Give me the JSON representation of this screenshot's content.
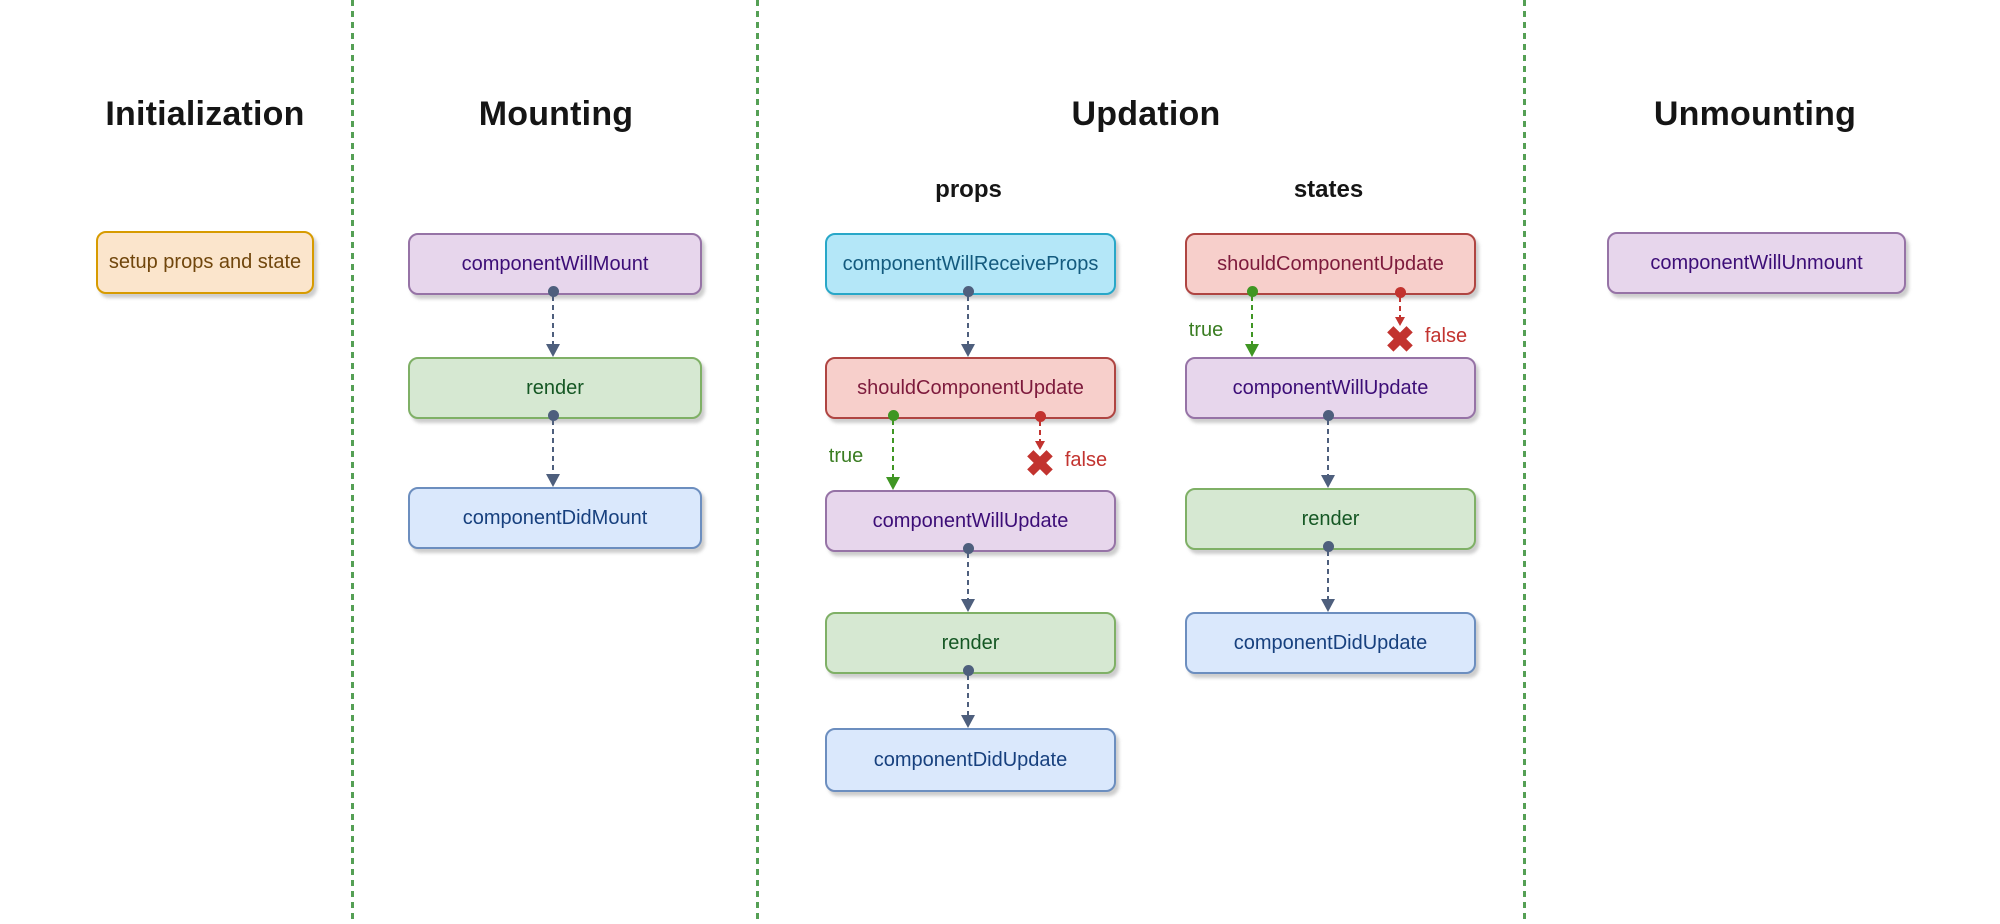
{
  "sections": {
    "initialization": {
      "title": "Initialization",
      "nodes": [
        {
          "label": "setup props and state"
        }
      ]
    },
    "mounting": {
      "title": "Mounting",
      "nodes": [
        {
          "label": "componentWillMount"
        },
        {
          "label": "render"
        },
        {
          "label": "componentDidMount"
        }
      ]
    },
    "updation": {
      "title": "Updation",
      "props_column": {
        "title": "props",
        "nodes": [
          {
            "label": "componentWillReceiveProps"
          },
          {
            "label": "shouldComponentUpdate"
          },
          {
            "label": "componentWillUpdate"
          },
          {
            "label": "render"
          },
          {
            "label": "componentDidUpdate"
          }
        ]
      },
      "states_column": {
        "title": "states",
        "nodes": [
          {
            "label": "shouldComponentUpdate"
          },
          {
            "label": "componentWillUpdate"
          },
          {
            "label": "render"
          },
          {
            "label": "componentDidUpdate"
          }
        ]
      }
    },
    "unmounting": {
      "title": "Unmounting",
      "nodes": [
        {
          "label": "componentWillUnmount"
        }
      ]
    }
  },
  "branch_labels": {
    "true": "true",
    "false": "false"
  },
  "symbols": {
    "false_cross": "✖"
  },
  "colors": {
    "palette": {
      "orange": {
        "bg": "#FBE5CC",
        "border": "#D79B00",
        "text": "#70460C"
      },
      "purple": {
        "bg": "#E7D6EC",
        "border": "#9673A6",
        "text": "#3C0D77"
      },
      "green": {
        "bg": "#D6E8D2",
        "border": "#7FB066",
        "text": "#155724"
      },
      "blue": {
        "bg": "#DAE8FC",
        "border": "#6C8EBF",
        "text": "#17407E"
      },
      "cyan": {
        "bg": "#B4E7F8",
        "border": "#28A7C8",
        "text": "#135A7E"
      },
      "red": {
        "bg": "#F7CFCB",
        "border": "#AF4542",
        "text": "#7D1A3C"
      }
    },
    "arrow_gray": "#4E5F7D",
    "branch_true_green": "#3F9623",
    "branch_false_red": "#C2332F",
    "divider_green": "#55A055"
  }
}
